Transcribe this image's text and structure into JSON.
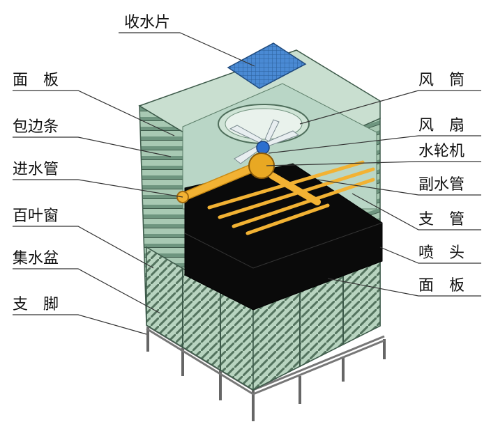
{
  "labels_left": [
    {
      "id": "panel-top",
      "text": "面　板"
    },
    {
      "id": "edge-strip",
      "text": "包边条"
    },
    {
      "id": "inlet-pipe",
      "text": "进水管"
    },
    {
      "id": "louver",
      "text": "百叶窗"
    },
    {
      "id": "basin",
      "text": "集水盆"
    },
    {
      "id": "support-leg",
      "text": "支　脚"
    }
  ],
  "labels_right": [
    {
      "id": "fan-stack",
      "text": "风　筒"
    },
    {
      "id": "fan",
      "text": "风　扇"
    },
    {
      "id": "water-turbine",
      "text": "水轮机"
    },
    {
      "id": "sub-pipe",
      "text": "副水管"
    },
    {
      "id": "branch-pipe",
      "text": "支　管"
    },
    {
      "id": "nozzle",
      "text": "喷　头"
    },
    {
      "id": "panel-side",
      "text": "面　板"
    }
  ],
  "label_top": {
    "id": "eliminator",
    "text": "收水片"
  },
  "colors": {
    "panel": "#9cc0a8",
    "panel_dark": "#6f9680",
    "fill_media": "#0a0a0a",
    "pipe": "#f2b233",
    "eliminator": "#3f7fcf",
    "frame": "#8a8a8a",
    "line": "#333333"
  }
}
